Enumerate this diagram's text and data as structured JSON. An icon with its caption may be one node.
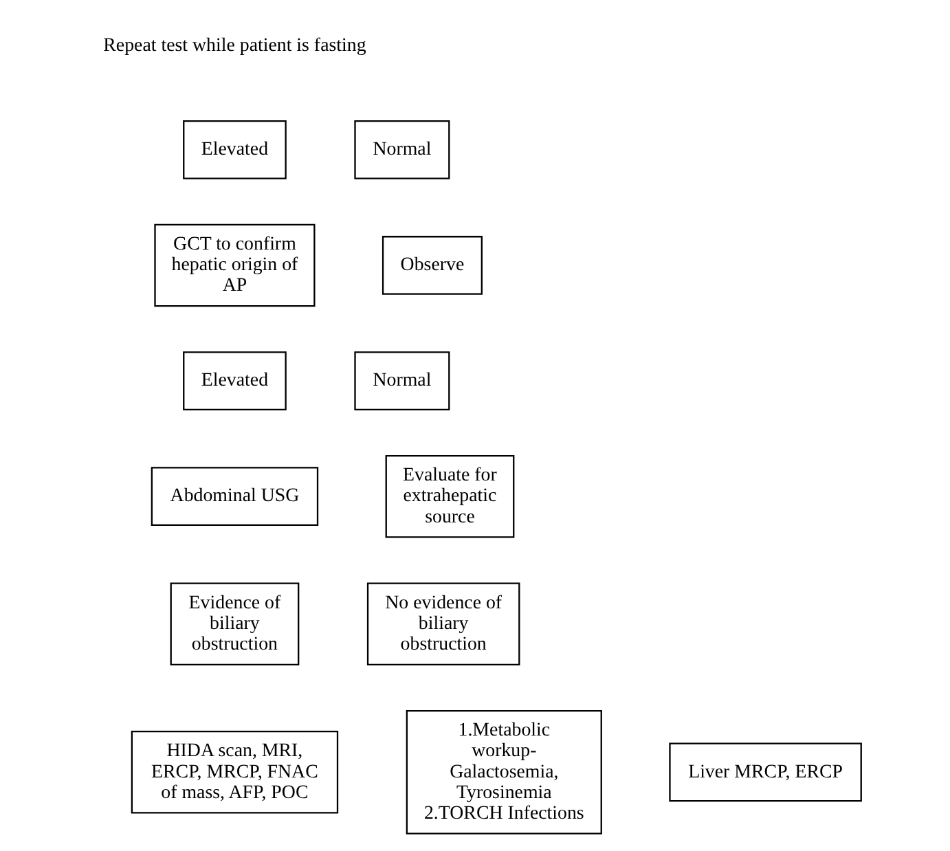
{
  "diagram": {
    "nodes": [
      {
        "text": [
          "Repeat test while patient is fasting"
        ]
      },
      {
        "text": [
          "Elevated"
        ]
      },
      {
        "text": [
          "Normal"
        ]
      },
      {
        "text": [
          "GCT to confirm hepatic origin of AP"
        ]
      },
      {
        "text": [
          "Observe"
        ]
      },
      {
        "text": [
          "Elevated"
        ]
      },
      {
        "text": [
          "Normal"
        ]
      },
      {
        "text": [
          "Abdominal USG"
        ]
      },
      {
        "text": [
          "Evaluate for extrahepatic source"
        ]
      },
      {
        "text": [
          "Evidence of biliary obstruction"
        ]
      },
      {
        "text": [
          "No evidence of biliary obstruction"
        ]
      },
      {
        "text": [
          "HIDA scan, MRI, ERCP, MRCP, FNAC of mass, AFP, POC"
        ]
      },
      {
        "text": [
          "1.Metabolic workup- Galactosemia, Tyrosinemia",
          "2.TORCH Infections"
        ]
      },
      {
        "text": [
          "Liver MRCP, ERCP"
        ]
      }
    ],
    "edges": []
  }
}
